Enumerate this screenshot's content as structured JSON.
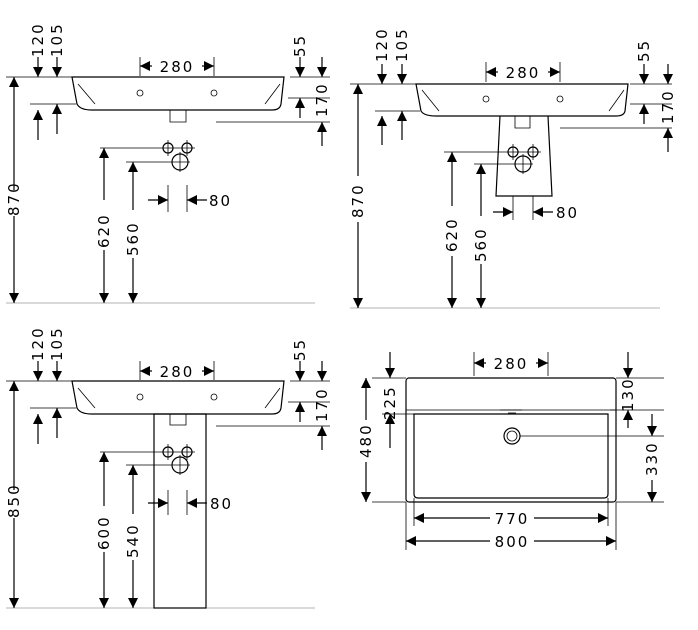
{
  "views": [
    {
      "name": "top-left wall-hung basin",
      "labels": {
        "d120": "120",
        "d105": "105",
        "d280": "280",
        "d55": "55",
        "d170": "170",
        "d870": "870",
        "d620": "620",
        "d560": "560",
        "d80": "80"
      }
    },
    {
      "name": "top-right basin with siphon cover",
      "labels": {
        "d120": "120",
        "d105": "105",
        "d280": "280",
        "d55": "55",
        "d170": "170",
        "d870": "870",
        "d620": "620",
        "d560": "560",
        "d80": "80"
      }
    },
    {
      "name": "bottom-left basin with pedestal",
      "labels": {
        "d120": "120",
        "d105": "105",
        "d280": "280",
        "d55": "55",
        "d170": "170",
        "d850": "850",
        "d600": "600",
        "d540": "540",
        "d80": "80"
      }
    },
    {
      "name": "bottom-right plan view",
      "labels": {
        "d280": "280",
        "d130": "130",
        "d225": "225",
        "d480": "480",
        "d330": "330",
        "d770": "770",
        "d800": "800"
      }
    }
  ]
}
